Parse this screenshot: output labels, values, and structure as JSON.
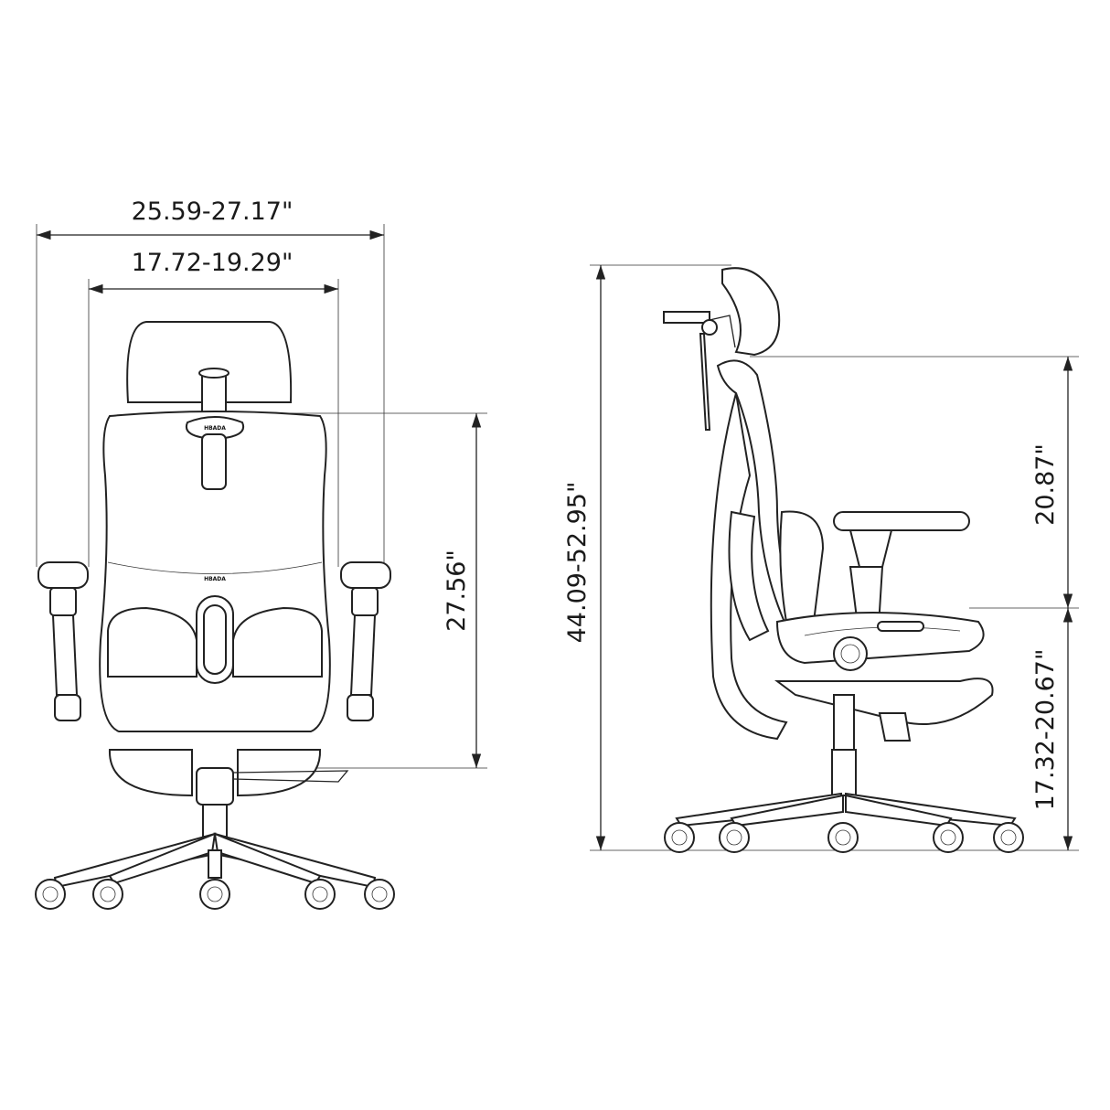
{
  "dimensions": {
    "overall_width": "25.59-27.17\"",
    "seat_width": "17.72-19.29\"",
    "back_height": "27.56\"",
    "overall_height": "44.09-52.95\"",
    "backrest_above_seat": "20.87\"",
    "seat_height": "17.32-20.67\""
  },
  "brand": "HBADA",
  "colors": {
    "line": "#222222",
    "background": "#ffffff"
  }
}
